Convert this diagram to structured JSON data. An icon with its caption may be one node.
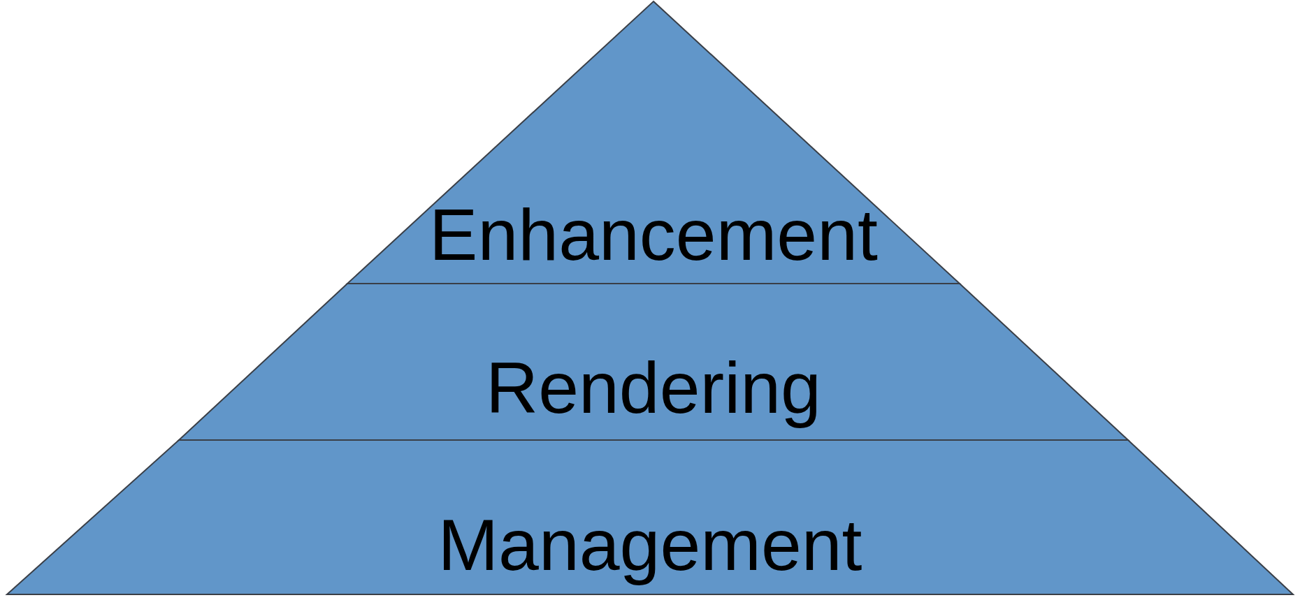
{
  "diagram": {
    "nodes": [
      {
        "text": [
          "Enhancement"
        ]
      },
      {
        "text": [
          "Rendering"
        ]
      },
      {
        "text": [
          "Management"
        ]
      }
    ]
  }
}
